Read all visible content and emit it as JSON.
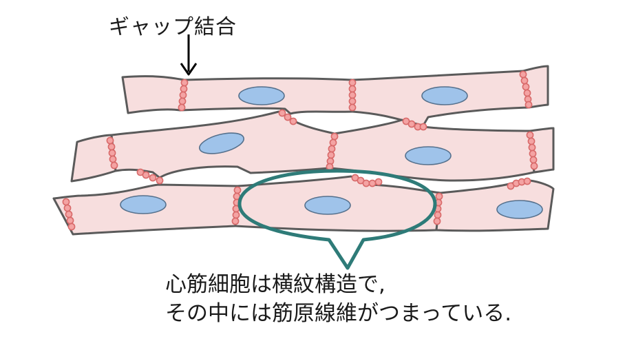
{
  "labels": {
    "gap_junction": "ギャップ結合",
    "caption_line1": "心筋細胞は横紋構造で,",
    "caption_line2": "その中には筋原線維がつまっている."
  },
  "colors": {
    "cell_fill": "#f7dede",
    "cell_outline": "#5a5a5a",
    "nucleus_fill": "#9fc3ea",
    "nucleus_outline": "#55708c",
    "junction_dot": "#f4a3a3",
    "junction_outline": "#d86a6a",
    "callout": "#2e7b78",
    "arrow": "#000000",
    "text": "#1a1a1a"
  },
  "icons": {
    "arrow": "arrow-down-icon",
    "callout": "speech-bubble-callout"
  }
}
